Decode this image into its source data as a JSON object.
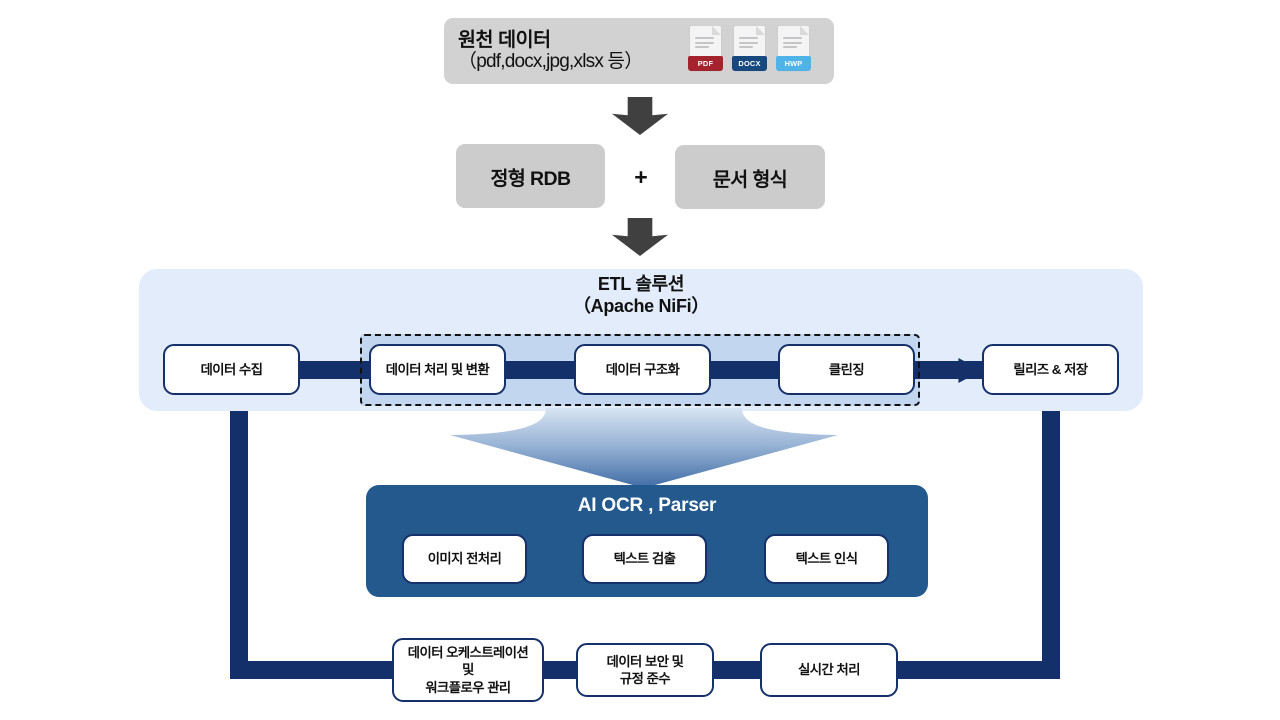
{
  "diagram": {
    "title": "Data pipeline architecture diagram",
    "colors": {
      "source_box_bg": "#d2d2d2",
      "format_box_bg": "#cccccc",
      "gray_arrow": "#404040",
      "etl_panel_bg": "#e2ecfb",
      "navy": "#14306b",
      "node_border": "#16306a",
      "ocr_panel_bg": "#23598d",
      "chevron_from": "#cfdcef",
      "chevron_to": "#3f6ca6",
      "pdf_tag": "#a4232c",
      "docx_tag": "#18497e",
      "hwp_tag": "#4fb3e8"
    }
  },
  "source": {
    "title": "원천 데이터",
    "subtitle": "（pdf,docx,jpg,xlsx 등）",
    "files": [
      {
        "label": "PDF",
        "icon": "pdf-file-icon",
        "color": "#a4232c"
      },
      {
        "label": "DOCX",
        "icon": "docx-file-icon",
        "color": "#18497e"
      },
      {
        "label": "HWP",
        "icon": "hwp-file-icon",
        "color": "#4fb3e8"
      }
    ]
  },
  "formats": {
    "left_label": "정형 RDB",
    "operator": "+",
    "right_label": "문서 형식"
  },
  "etl": {
    "title_line1": "ETL 솔루션",
    "title_line2": "（Apache NiFi）",
    "nodes": [
      {
        "label": "데이터 수집",
        "in_dashed": false
      },
      {
        "label": "데이터 처리 및 변환",
        "in_dashed": true
      },
      {
        "label": "데이터 구조화",
        "in_dashed": true
      },
      {
        "label": "클린징",
        "in_dashed": true
      },
      {
        "label": "릴리즈 & 저장",
        "in_dashed": false
      }
    ]
  },
  "ocr": {
    "title": "AI OCR , Parser",
    "steps": [
      {
        "label": "이미지 전처리"
      },
      {
        "label": "텍스트 검출"
      },
      {
        "label": "텍스트 인식"
      }
    ]
  },
  "governance": {
    "items": [
      {
        "lines": [
          "데이터 오케스트레이션",
          "및",
          "워크플로우 관리"
        ]
      },
      {
        "lines": [
          "데이터 보안 및",
          "규정 준수"
        ]
      },
      {
        "lines": [
          "실시간 처리"
        ]
      }
    ]
  }
}
